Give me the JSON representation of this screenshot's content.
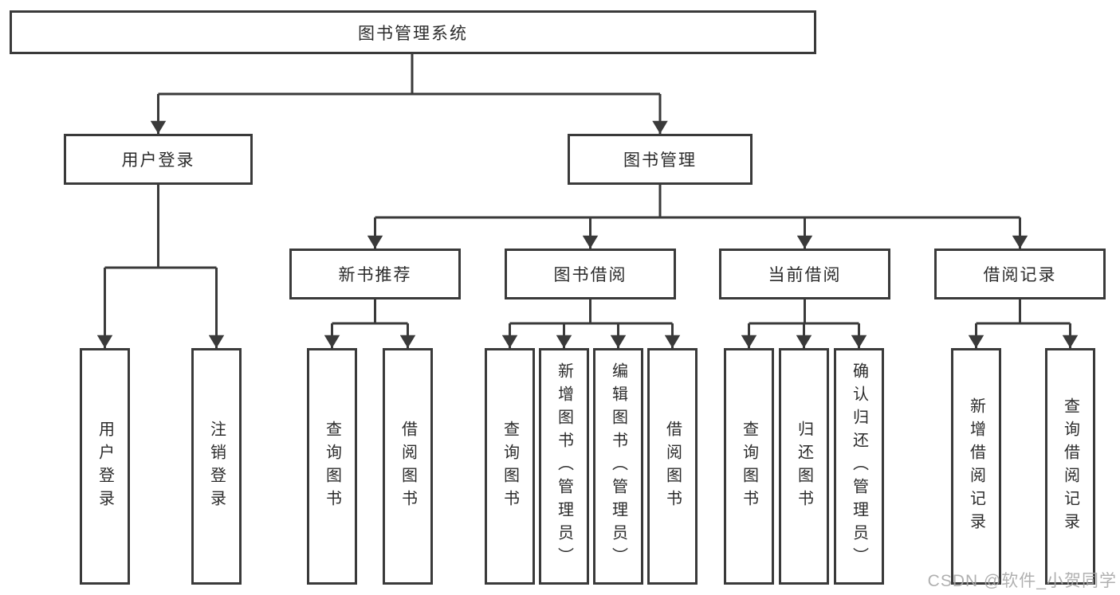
{
  "tree": {
    "root": {
      "label": "图书管理系统"
    },
    "user_login": {
      "label": "用户登录",
      "children": [
        {
          "label": "用户登录"
        },
        {
          "label": "注销登录"
        }
      ]
    },
    "book_mgmt": {
      "label": "图书管理",
      "groups": [
        {
          "label": "新书推荐",
          "children": [
            {
              "label": "查询图书"
            },
            {
              "label": "借阅图书"
            }
          ]
        },
        {
          "label": "图书借阅",
          "children": [
            {
              "label": "查询图书"
            },
            {
              "label": "新增图书（管理员）"
            },
            {
              "label": "编辑图书（管理员）"
            },
            {
              "label": "借阅图书"
            }
          ]
        },
        {
          "label": "当前借阅",
          "children": [
            {
              "label": "查询图书"
            },
            {
              "label": "归还图书"
            },
            {
              "label": "确认归还（管理员）"
            }
          ]
        },
        {
          "label": "借阅记录",
          "children": [
            {
              "label": "新增借阅记录"
            },
            {
              "label": "查询借阅记录"
            }
          ]
        }
      ]
    }
  },
  "watermark": "CSDN @软件_小贺同学",
  "colors": {
    "line": "#3a3a3a",
    "text": "#2b2b2b",
    "background": "#ffffff",
    "watermark": "#a8a8a8"
  }
}
